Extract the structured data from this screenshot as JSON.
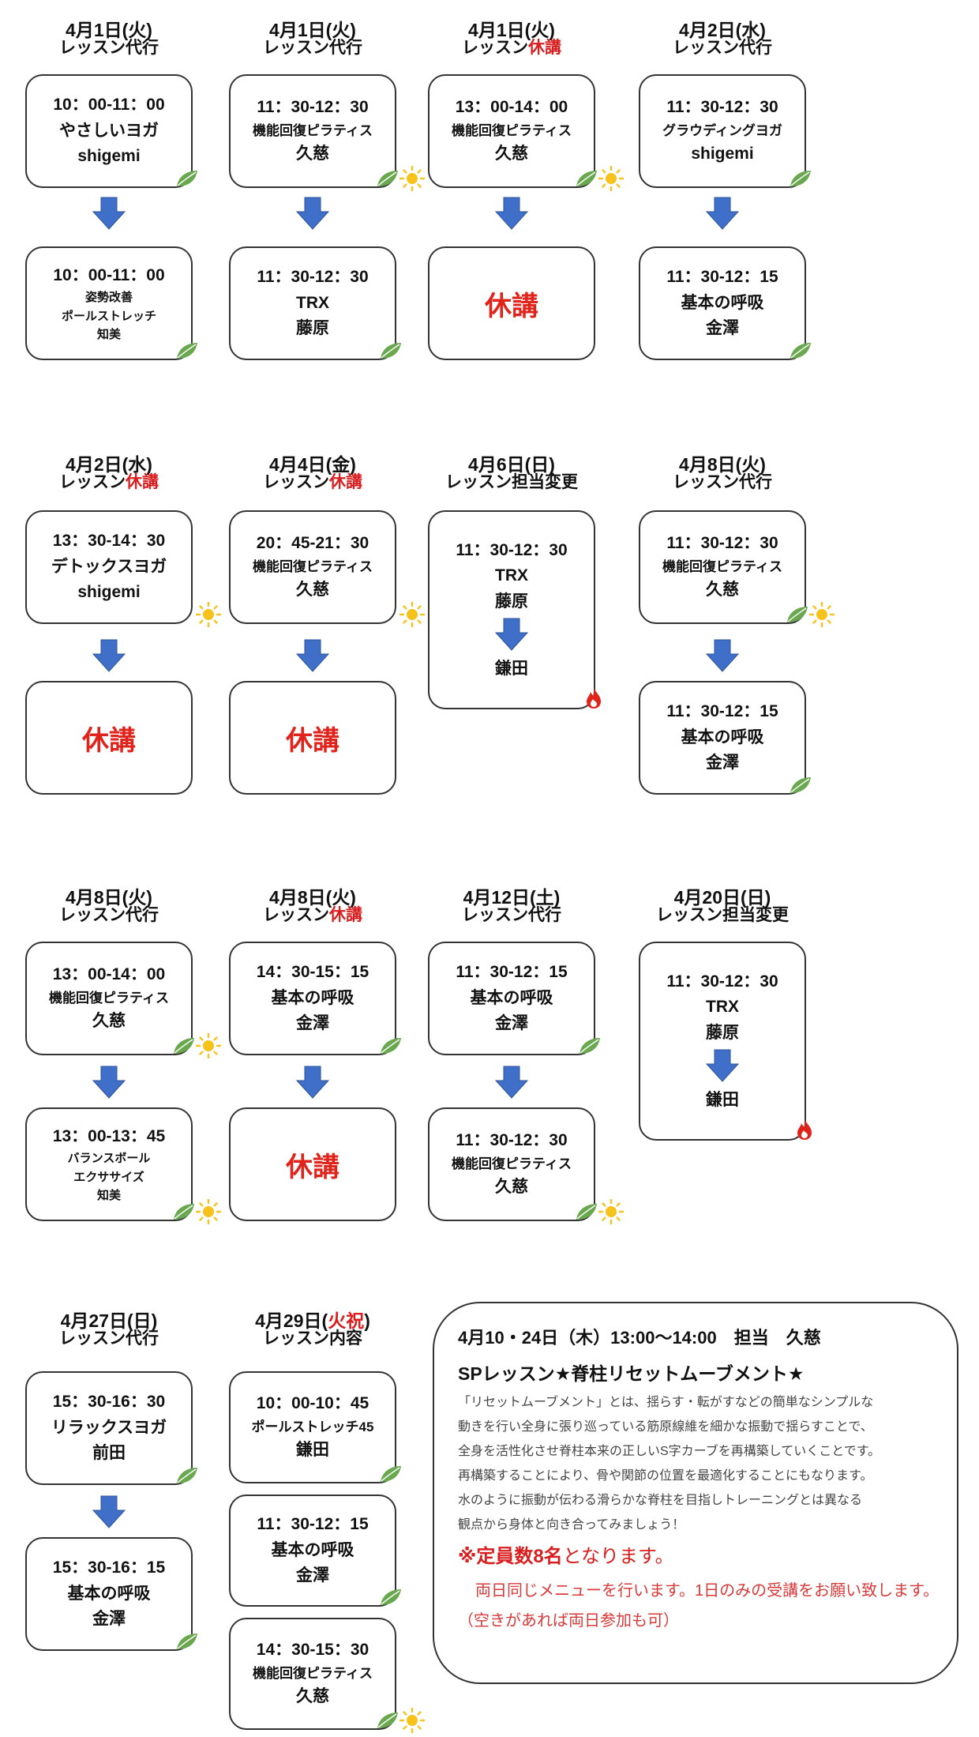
{
  "schedule": [
    {
      "date": "4月1日(火)",
      "type_pre": "レッスン",
      "type_main": "代行",
      "type_red": false,
      "before": {
        "time": "10：00-11：00",
        "lines": [
          "やさしいヨガ",
          "shigemi"
        ],
        "icons": [
          "leaf-icon"
        ]
      },
      "after": {
        "time": "10：00-11：00",
        "lines": [
          "姿勢改善",
          "ポールストレッチ",
          "知美"
        ],
        "icons": [
          "leaf-icon"
        ]
      }
    },
    {
      "date": "4月1日(火)",
      "type_pre": "レッスン",
      "type_main": "代行",
      "type_red": false,
      "before": {
        "time": "11：30-12：30",
        "lines": [
          "機能回復ピラティス",
          "久慈"
        ],
        "icons": [
          "leaf-icon",
          "sun-icon"
        ]
      },
      "after": {
        "time": "11：30-12：30",
        "lines": [
          "TRX",
          "藤原"
        ],
        "icons": [
          "leaf-icon"
        ]
      }
    },
    {
      "date": "4月1日(火)",
      "type_pre": "レッスン",
      "type_main": "休講",
      "type_red": true,
      "before": {
        "time": "13：00-14：00",
        "lines": [
          "機能回復ピラティス",
          "久慈"
        ],
        "icons": [
          "leaf-icon",
          "sun-icon"
        ]
      },
      "after": {
        "kyuko": "休講"
      }
    },
    {
      "date": "4月2日(水)",
      "type_pre": "レッスン",
      "type_main": "代行",
      "type_red": false,
      "before": {
        "time": "11：30-12：30",
        "lines": [
          "グラウディングヨガ",
          "shigemi"
        ],
        "icons": [
          "leaf-icon"
        ]
      },
      "after": {
        "time": "11：30-12：15",
        "lines": [
          "基本の呼吸",
          "金澤"
        ],
        "icons": [
          "leaf-icon"
        ]
      }
    },
    {
      "date": "4月2日(水)",
      "type_pre": "レッスン",
      "type_main": "休講",
      "type_red": true,
      "before": {
        "time": "13：30-14：30",
        "lines": [
          "デトックスヨガ",
          "shigemi"
        ],
        "icons": [
          "sun-icon"
        ]
      },
      "after": {
        "kyuko": "休講"
      }
    },
    {
      "date": "4月4日(金)",
      "type_pre": "レッスン",
      "type_main": "休講",
      "type_red": true,
      "before": {
        "time": "20：45-21：30",
        "lines": [
          "機能回復ピラティス",
          "久慈"
        ],
        "icons": [
          "sun-icon"
        ]
      },
      "after": {
        "kyuko": "休講"
      }
    },
    {
      "date": "4月6日(日)",
      "type_pre": "レッスン",
      "type_main": "担当変更",
      "type_red": false,
      "change": {
        "time": "11：30-12：30",
        "lines": [
          "TRX",
          "藤原"
        ],
        "to": "鎌田",
        "icons": [
          "fire-icon"
        ]
      }
    },
    {
      "date": "4月8日(火)",
      "type_pre": "レッスン",
      "type_main": "代行",
      "type_red": false,
      "before": {
        "time": "11：30-12：30",
        "lines": [
          "機能回復ピラティス",
          "久慈"
        ],
        "icons": [
          "leaf-icon",
          "sun-icon"
        ]
      },
      "after": {
        "time": "11：30-12：15",
        "lines": [
          "基本の呼吸",
          "金澤"
        ],
        "icons": [
          "leaf-icon"
        ]
      }
    },
    {
      "date": "4月8日(火)",
      "type_pre": "レッスン",
      "type_main": "代行",
      "type_red": false,
      "before": {
        "time": "13：00-14：00",
        "lines": [
          "機能回復ピラティス",
          "久慈"
        ],
        "icons": [
          "leaf-icon",
          "sun-icon"
        ]
      },
      "after": {
        "time": "13：00-13：45",
        "lines": [
          "バランスボール",
          "エクササイズ",
          "知美"
        ],
        "icons": [
          "leaf-icon",
          "sun-icon"
        ]
      }
    },
    {
      "date": "4月8日(火)",
      "type_pre": "レッスン",
      "type_main": "休講",
      "type_red": true,
      "before": {
        "time": "14：30-15：15",
        "lines": [
          "基本の呼吸",
          "金澤"
        ],
        "icons": [
          "leaf-icon"
        ]
      },
      "after": {
        "kyuko": "休講"
      }
    },
    {
      "date": "4月12日(土)",
      "type_pre": "レッスン",
      "type_main": "代行",
      "type_red": false,
      "before": {
        "time": "11：30-12：15",
        "lines": [
          "基本の呼吸",
          "金澤"
        ],
        "icons": [
          "leaf-icon"
        ]
      },
      "after": {
        "time": "11：30-12：30",
        "lines": [
          "機能回復ピラティス",
          "久慈"
        ],
        "icons": [
          "leaf-icon",
          "sun-icon"
        ]
      }
    },
    {
      "date": "4月20日(日)",
      "type_pre": "レッスン",
      "type_main": "担当変更",
      "type_red": false,
      "change": {
        "time": "11：30-12：30",
        "lines": [
          "TRX",
          "藤原"
        ],
        "to": "鎌田",
        "icons": [
          "fire-icon"
        ]
      }
    },
    {
      "date": "4月27日(日)",
      "type_pre": "レッスン",
      "type_main": "代行",
      "type_red": false,
      "before": {
        "time": "15：30-16：30",
        "lines": [
          "リラックスヨガ",
          "前田"
        ],
        "icons": [
          "leaf-icon"
        ]
      },
      "after": {
        "time": "15：30-16：15",
        "lines": [
          "基本の呼吸",
          "金澤"
        ],
        "icons": [
          "leaf-icon"
        ]
      }
    },
    {
      "date_pre": "4月29日(",
      "date_red": "火祝",
      "date_post": ")",
      "type_pre": "レッスン",
      "type_main": "内容",
      "type_red": false,
      "stack": [
        {
          "time": "10：00-10：45",
          "lines": [
            "ポールストレッチ45",
            "鎌田"
          ],
          "icons": [
            "leaf-icon"
          ]
        },
        {
          "time": "11：30-12：15",
          "lines": [
            "基本の呼吸",
            "金澤"
          ],
          "icons": [
            "leaf-icon"
          ]
        },
        {
          "time": "14：30-15：30",
          "lines": [
            "機能回復ピラティス",
            "久慈"
          ],
          "icons": [
            "leaf-icon",
            "sun-icon"
          ]
        }
      ]
    }
  ],
  "info": {
    "heading": "4月10・24日（木）13:00～14:00　担当　久慈",
    "title": "SPレッスン★脊柱リセットムーブメント★",
    "body": [
      "「リセットムーブメント」とは、揺らす・転がすなどの簡単なシンプルな",
      "動きを行い全身に張り巡っている筋原線維を細かな振動で揺らすことで、",
      "全身を活性化させ脊柱本来の正しいS字カーブを再構築していくことです。",
      "再構築することにより、骨や関節の位置を最適化することにもなります。",
      "水のように振動が伝わる滑らかな脊柱を目指しトレーニングとは異なる",
      "観点から身体と向き合ってみましょう！"
    ],
    "capacity_pre": "※定員数8名",
    "capacity_post": "となります。",
    "note": "両日同じメニューを行います。1日のみの受講をお願い致します。（空きがあれば両日参加も可）"
  },
  "colors": {
    "accent_red": "#d81e1e",
    "arrow_blue": "#3f6fc8",
    "leaf_green": "#6aa84f",
    "sun_yellow": "#f6c21b",
    "fire_red": "#e2231a"
  }
}
